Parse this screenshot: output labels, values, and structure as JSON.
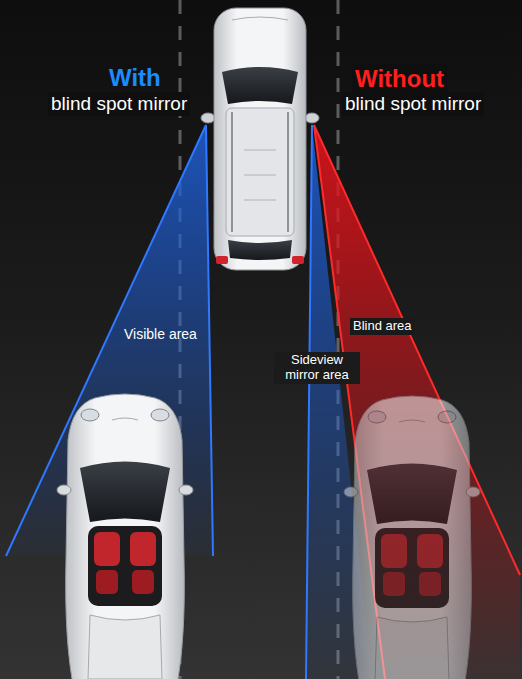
{
  "diagram": {
    "labels": [
      "With",
      "blind spot mirror",
      "Without",
      "blind spot mirror",
      "Visible area",
      "Blind area",
      "Sideview mirror area"
    ]
  }
}
